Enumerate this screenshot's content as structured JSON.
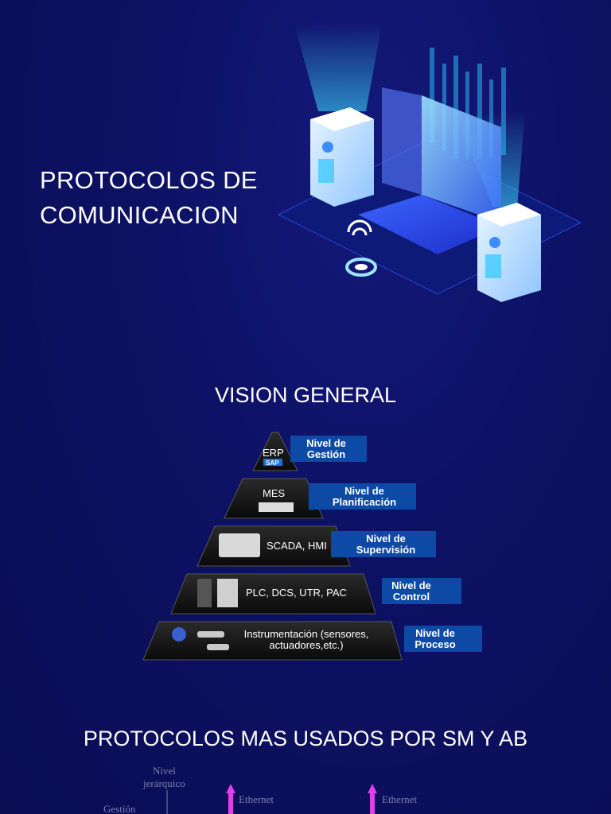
{
  "header": {
    "title_line1": "PROTOCOLOS DE",
    "title_line2": "COMUNICACION"
  },
  "vision": {
    "title": "VISION GENERAL",
    "tiers": [
      {
        "content": "ERP",
        "logo": "SAP",
        "level_line1": "Nivel de",
        "level_line2": "Gestión"
      },
      {
        "content": "MES",
        "level_line1": "Nivel de",
        "level_line2": "Planificación"
      },
      {
        "content": "SCADA, HMI",
        "level_line1": "Nivel de",
        "level_line2": "Supervisión"
      },
      {
        "content": "PLC, DCS, UTR, PAC",
        "level_line1": "Nivel de",
        "level_line2": "Control"
      },
      {
        "content_line1": "Instrumentación (sensores,",
        "content_line2": "actuadores,etc.)",
        "level_line1": "Nivel de",
        "level_line2": "Proceso"
      }
    ]
  },
  "protocols": {
    "title": "PROTOCOLOS MAS USADOS POR SM Y AB",
    "diagram": {
      "axis_label_line1": "Nivel",
      "axis_label_line2": "jerárquico",
      "row_label": "Gestión",
      "arrow_label_1": "Ethernet",
      "arrow_label_2": "Ethernet"
    }
  },
  "colors": {
    "background": "#0d1163",
    "level_box": "#0d4aa6",
    "arrow": "#e040e8",
    "glow": "#36e0ff"
  }
}
